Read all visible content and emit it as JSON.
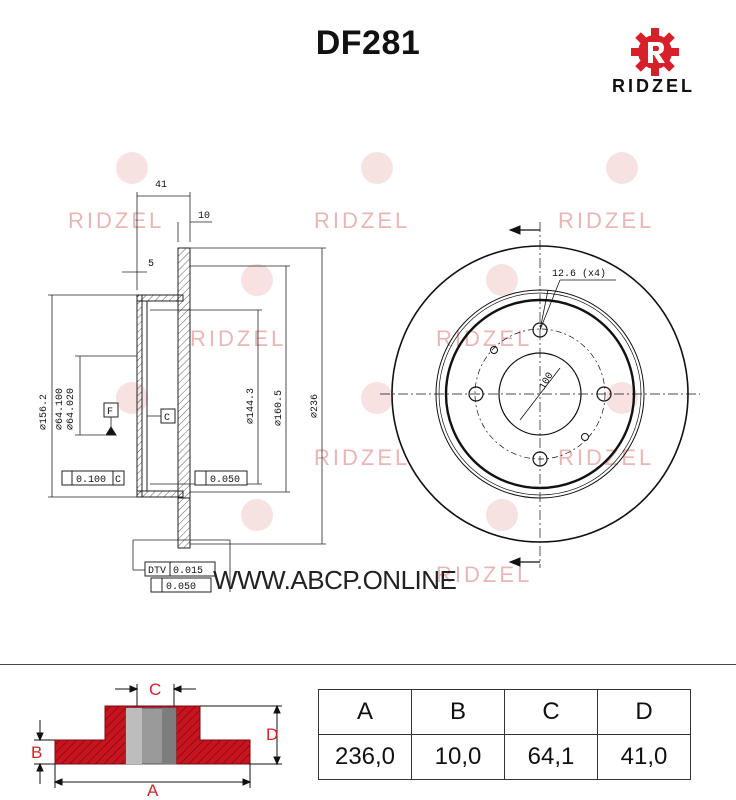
{
  "header": {
    "part_number": "DF281",
    "brand": "RIDZEL"
  },
  "watermark": {
    "brand_text": "RIDZEL",
    "site": "WWW.ABCP.ONLINE"
  },
  "side_view": {
    "width_label": "41",
    "disc_thickness_label": "10",
    "hat_step_label": "5",
    "dia_outer_label": "∅236",
    "dia_160_label": "∅160.5",
    "dia_144_label": "∅144.3",
    "dia_156_label": "∅156.2",
    "dia_hub_max_label": "∅64.100",
    "dia_hub_min_label": "∅64.020",
    "datum_f": "F",
    "datum_c": "C",
    "tol_parallel_value": "0.100",
    "tol_parallel_ref": "C",
    "tol_flat_value": "0.050",
    "tol_dtv_label": "DTV",
    "tol_dtv_value": "0.015",
    "tol_runout_value": "0.050"
  },
  "front_view": {
    "bolt_hole_label": "12.6 (x4)",
    "pcd_label": "100"
  },
  "dimensions_table": {
    "headers": [
      "A",
      "B",
      "C",
      "D"
    ],
    "values": [
      "236,0",
      "10,0",
      "64,1",
      "41,0"
    ]
  },
  "profile_labels": {
    "a": "A",
    "b": "B",
    "c": "C",
    "d": "D"
  },
  "colors": {
    "accent": "#d8202a",
    "hatch": "#c8141e",
    "bore": "#9a9a9a",
    "watermark": "#e9b6b6"
  }
}
